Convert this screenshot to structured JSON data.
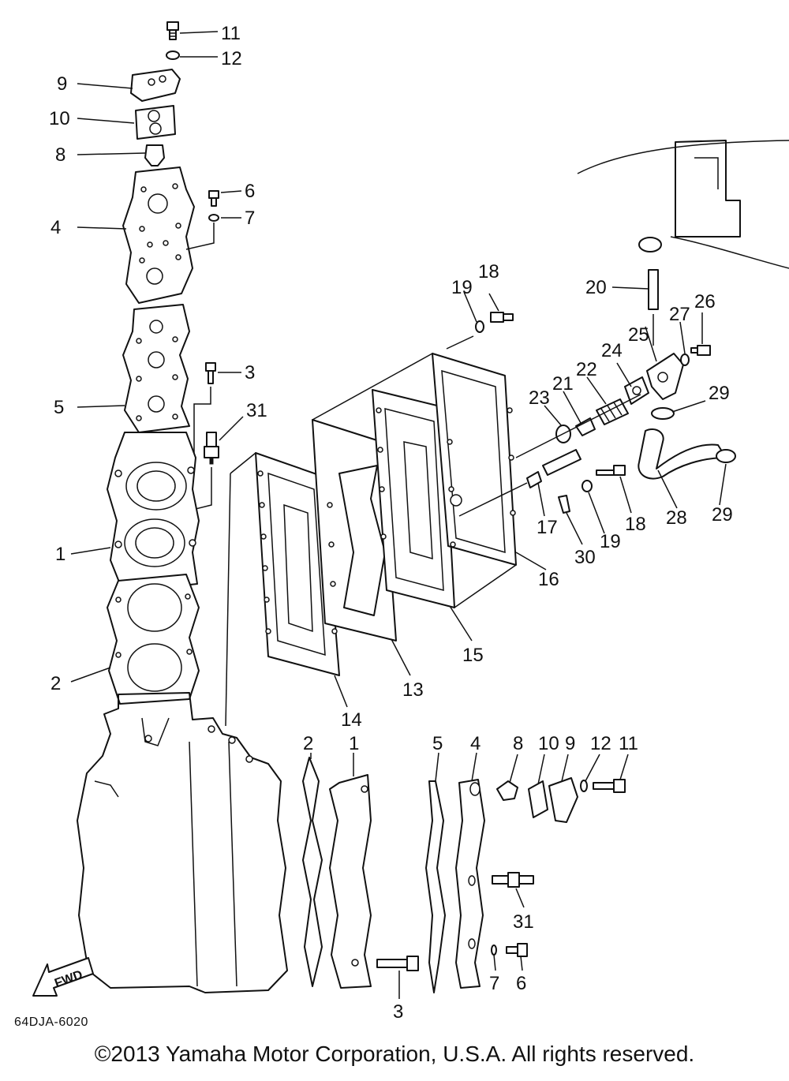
{
  "diagram_code": "64DJA-6020",
  "fwd_label": "FWD",
  "copyright": "©2013 Yamaha Motor Corporation, U.S.A. All rights reserved.",
  "callouts": {
    "c11a": "11",
    "c12a": "12",
    "c9a": "9",
    "c10a": "10",
    "c8a": "8",
    "c6a": "6",
    "c7a": "7",
    "c4a": "4",
    "c3a": "3",
    "c31a": "31",
    "c5a": "5",
    "c1a": "1",
    "c2a": "2",
    "c18a": "18",
    "c19a": "19",
    "c20": "20",
    "c26": "26",
    "c27": "27",
    "c25": "25",
    "c24": "24",
    "c22": "22",
    "c21": "21",
    "c23": "23",
    "c29a": "29",
    "c28": "28",
    "c29b": "29",
    "c17": "17",
    "c18b": "18",
    "c19b": "19",
    "c30": "30",
    "c16": "16",
    "c15": "15",
    "c13": "13",
    "c14": "14",
    "c2b": "2",
    "c1b": "1",
    "c5b": "5",
    "c4b": "4",
    "c8b": "8",
    "c10b": "10",
    "c9b": "9",
    "c12b": "12",
    "c11b": "11",
    "c31b": "31",
    "c7b": "7",
    "c6b": "6",
    "c3b": "3"
  }
}
